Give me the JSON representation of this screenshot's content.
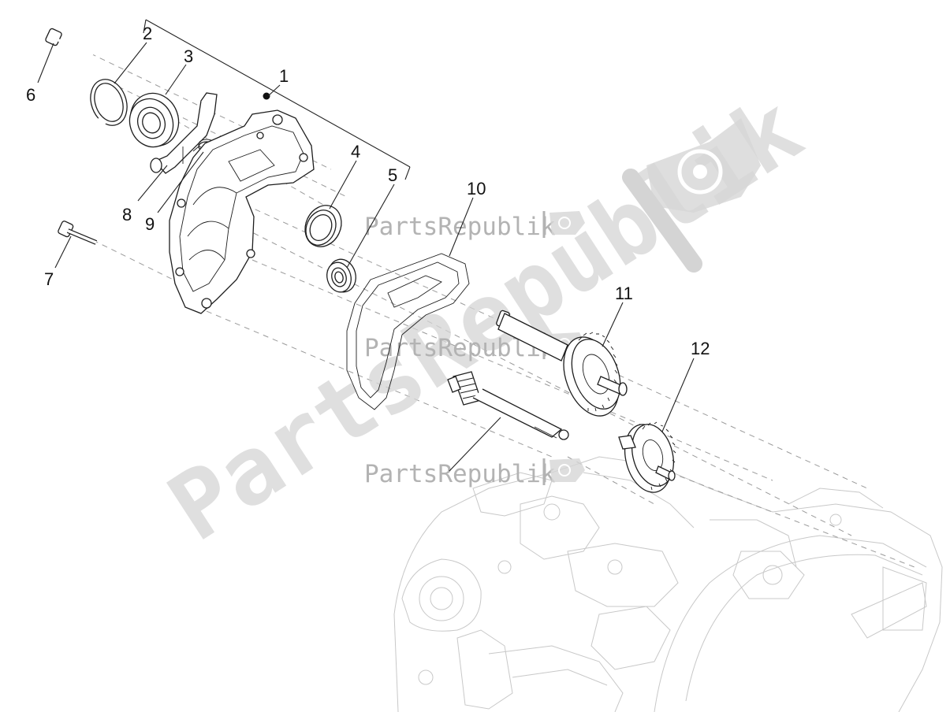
{
  "callouts": [
    {
      "id": "c1",
      "label": "1"
    },
    {
      "id": "c2",
      "label": "2"
    },
    {
      "id": "c3",
      "label": "3"
    },
    {
      "id": "c4",
      "label": "4"
    },
    {
      "id": "c5",
      "label": "5"
    },
    {
      "id": "c6",
      "label": "6"
    },
    {
      "id": "c7",
      "label": "7"
    },
    {
      "id": "c8",
      "label": "8"
    },
    {
      "id": "c9",
      "label": "9"
    },
    {
      "id": "c10",
      "label": "10"
    },
    {
      "id": "c11",
      "label": "11"
    },
    {
      "id": "c12",
      "label": "12"
    }
  ],
  "watermark": {
    "diagonal_text": "PartsRepublik",
    "stamp_text": "PartsRepublik"
  },
  "colors": {
    "line": "#1e1e1e",
    "engine_outline": "#c8c8c8",
    "watermark": "#d4d4d4",
    "background": "#ffffff"
  }
}
